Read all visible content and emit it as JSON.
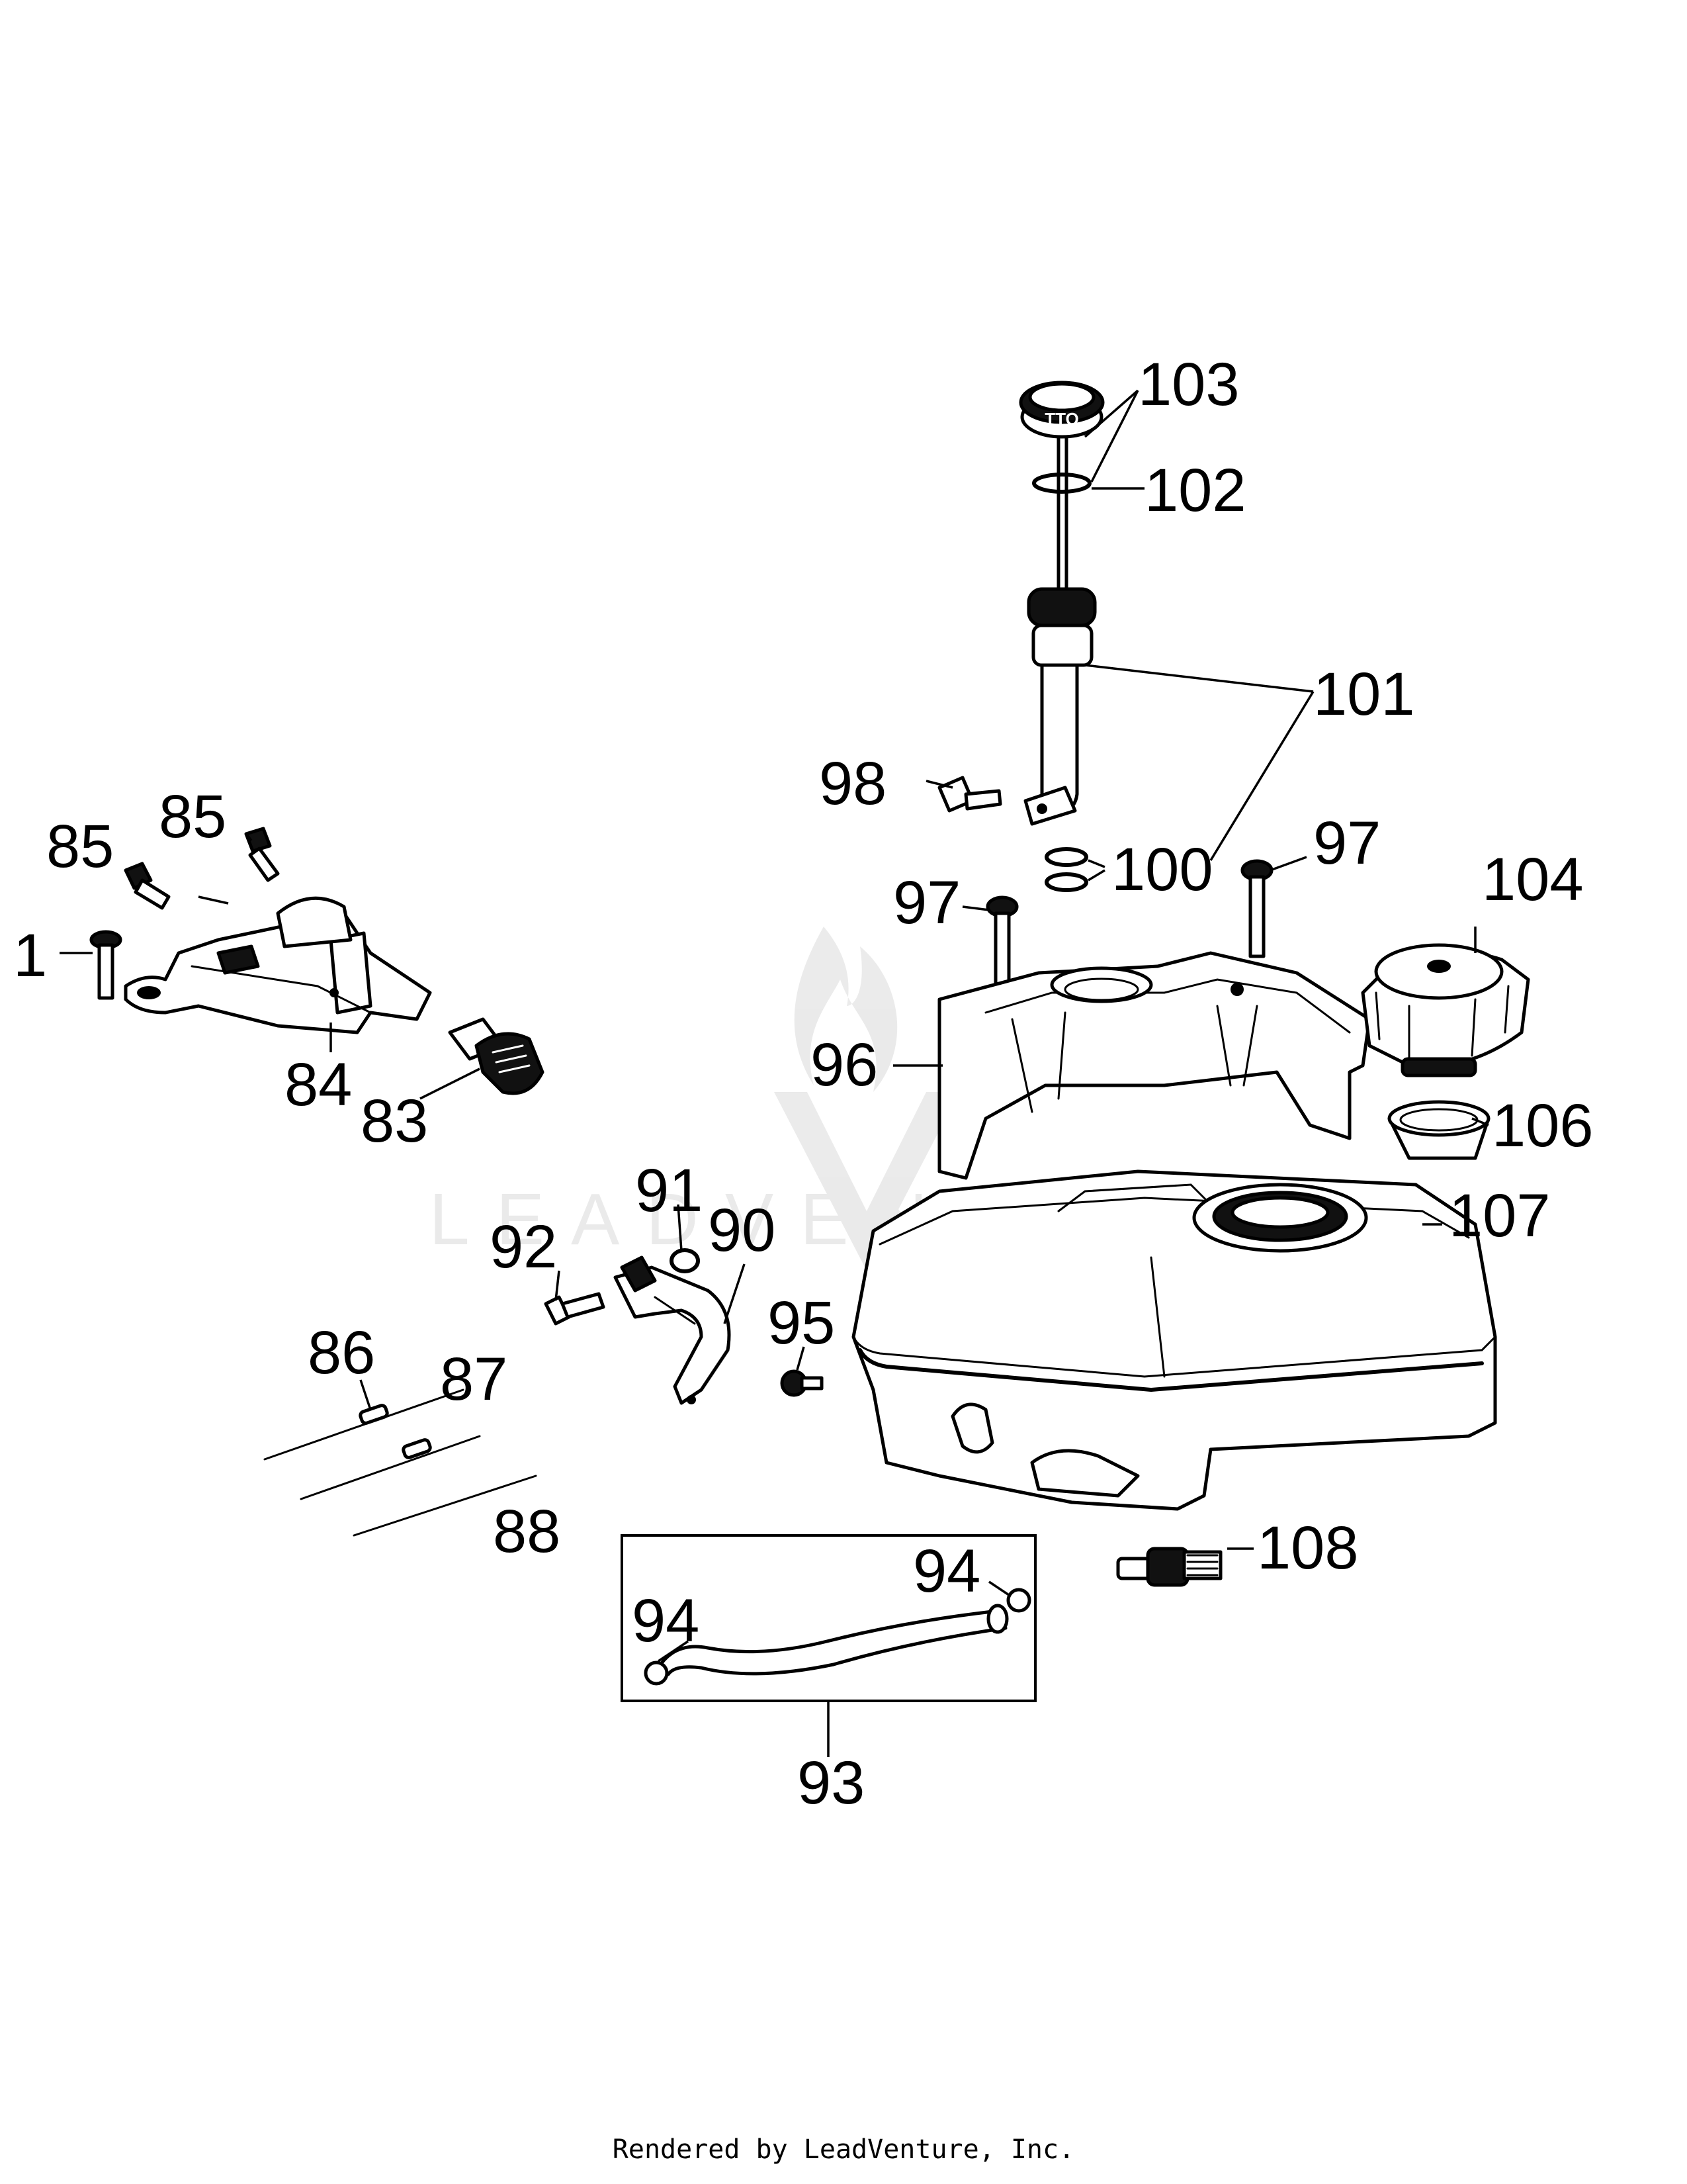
{
  "labels": {
    "p1": "1",
    "p83": "83",
    "p84": "84",
    "p85a": "85",
    "p85b": "85",
    "p86": "86",
    "p87": "87",
    "p88": "88",
    "p90": "90",
    "p91": "91",
    "p92": "92",
    "p93": "93",
    "p94a": "94",
    "p94b": "94",
    "p95": "95",
    "p96": "96",
    "p97a": "97",
    "p97b": "97",
    "p98": "98",
    "p100": "100",
    "p101": "101",
    "p102": "102",
    "p103": "103",
    "p104": "104",
    "p106": "106",
    "p107": "107",
    "p108": "108"
  },
  "watermark": "LEADVENTURE",
  "footer": "Rendered by LeadVenture, Inc."
}
